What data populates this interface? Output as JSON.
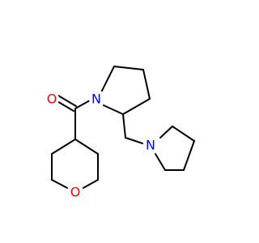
{
  "molecule": {
    "atoms": {
      "o_carbonyl": {
        "symbol": "O",
        "color": "#ff0000"
      },
      "n_pyrrolidine_ring": {
        "symbol": "N",
        "color": "#0000ff"
      },
      "n_pyrrolidinyl": {
        "symbol": "N",
        "color": "#0000ff"
      },
      "o_oxane": {
        "symbol": "O",
        "color": "#ff0000"
      }
    },
    "bond_color": "#000000"
  }
}
